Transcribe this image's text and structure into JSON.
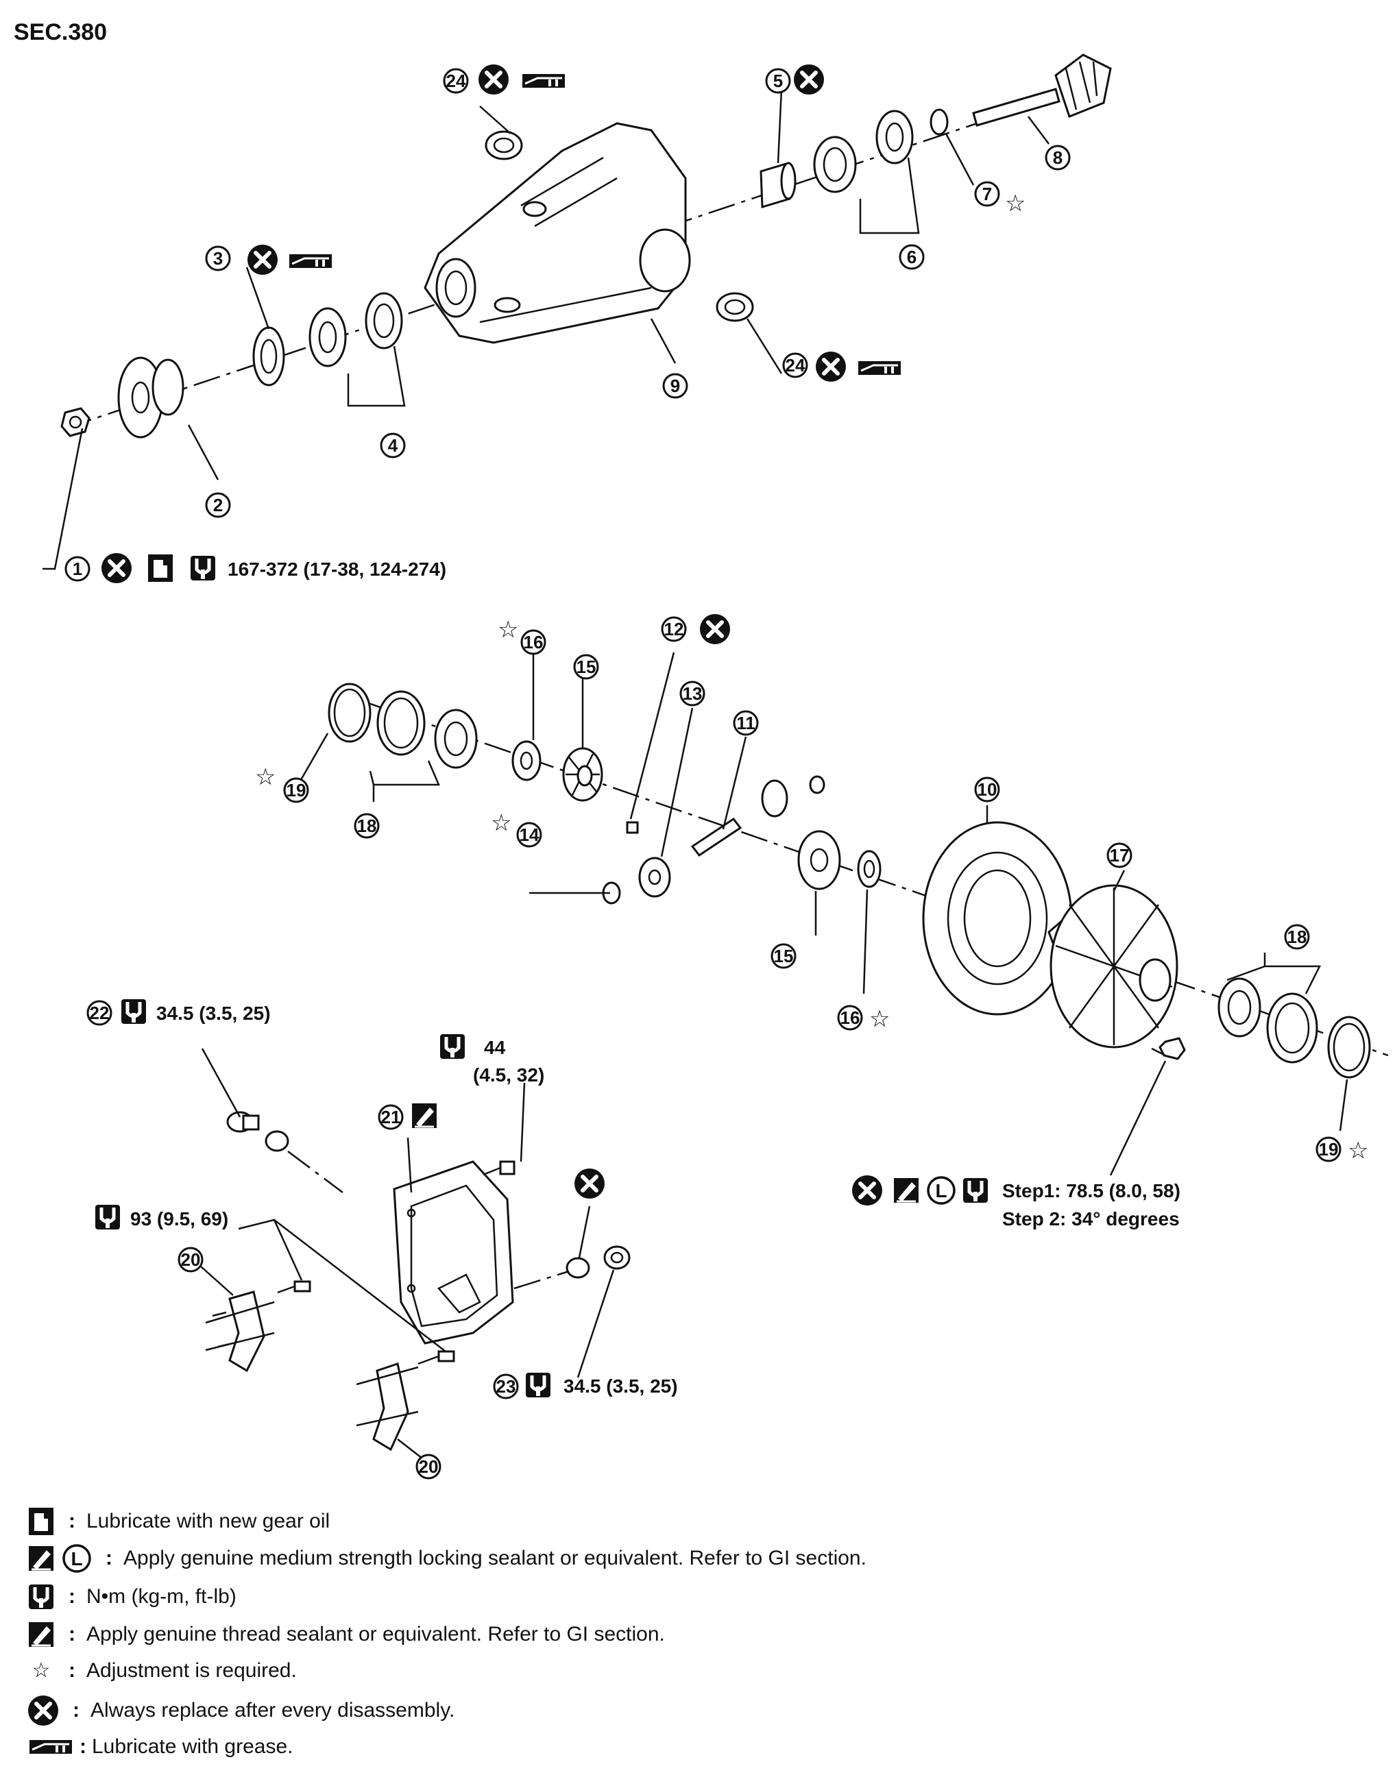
{
  "section": "SEC.380",
  "callouts": {
    "c1": "1",
    "c2": "2",
    "c3": "3",
    "c4": "4",
    "c5": "5",
    "c6": "6",
    "c7": "7",
    "c8": "8",
    "c9": "9",
    "c10": "10",
    "c11": "11",
    "c12": "12",
    "c13": "13",
    "c14": "14",
    "c15a": "15",
    "c15b": "15",
    "c16a": "16",
    "c16b": "16",
    "c17": "17",
    "c18a": "18",
    "c18b": "18",
    "c19a": "19",
    "c19b": "19",
    "c20a": "20",
    "c20b": "20",
    "c21": "21",
    "c22": "22",
    "c23": "23",
    "c24a": "24",
    "c24b": "24"
  },
  "torque": {
    "t1": "167-372 (17-38, 124-274)",
    "t22": "34.5 (3.5, 25)",
    "t44a": "44",
    "t44b": "(4.5, 32)",
    "t93": "93 (9.5, 69)",
    "t23": "34.5 (3.5, 25)",
    "step1": "Step1: 78.5 (8.0, 58)",
    "step2": "Step 2: 34° degrees"
  },
  "legend": {
    "gear_oil": "Lubricate with new gear oil",
    "locking_sealant": "Apply genuine medium strength locking sealant or equivalent. Refer to GI section.",
    "torque_units": "N•m (kg-m, ft-lb)",
    "thread_sealant": "Apply genuine thread sealant or equivalent. Refer to GI section.",
    "adjustment": "Adjustment is required.",
    "replace": "Always replace after every disassembly.",
    "grease": "Lubricate with grease."
  },
  "icons": [
    "replace-icon",
    "grease-icon",
    "gear-oil-icon",
    "torque-wrench-icon",
    "sealant-icon",
    "locking-L-icon",
    "adjustment-star-icon"
  ],
  "colors": {
    "ink": "#111111",
    "paper": "#ffffff"
  }
}
